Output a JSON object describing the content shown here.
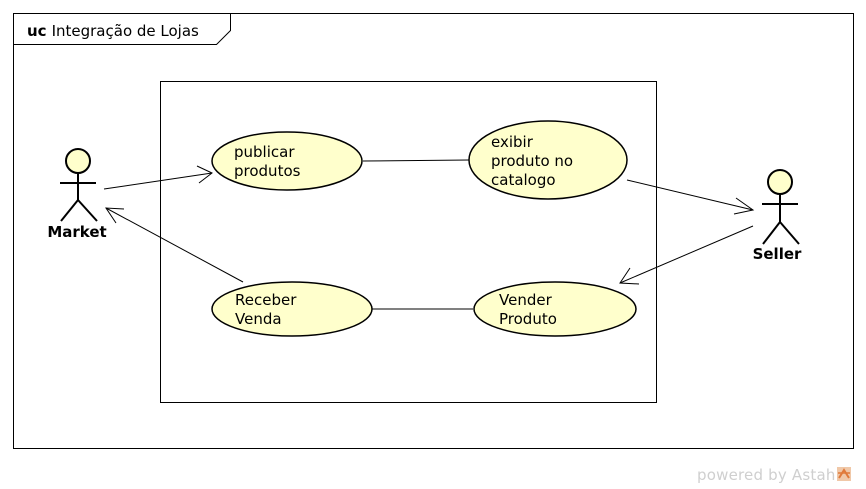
{
  "frame": {
    "keyword": "uc",
    "name": "Integração de Lojas"
  },
  "actors": [
    {
      "id": "market",
      "label": "Market"
    },
    {
      "id": "seller",
      "label": "Seller"
    }
  ],
  "use_cases": [
    {
      "id": "publicar",
      "lines": [
        "publicar",
        "produtos"
      ]
    },
    {
      "id": "exibir",
      "lines": [
        "exibir",
        "produto no",
        "catalogo"
      ]
    },
    {
      "id": "receber",
      "lines": [
        "Receber",
        "Venda"
      ]
    },
    {
      "id": "vender",
      "lines": [
        "Vender",
        "Produto"
      ]
    }
  ],
  "associations": [
    {
      "from": "market",
      "to": "publicar",
      "arrow": "to"
    },
    {
      "from": "publicar",
      "to": "exibir",
      "arrow": "none"
    },
    {
      "from": "exibir",
      "to": "seller",
      "arrow": "to"
    },
    {
      "from": "seller",
      "to": "vender",
      "arrow": "to"
    },
    {
      "from": "vender",
      "to": "receber",
      "arrow": "none"
    },
    {
      "from": "receber",
      "to": "market",
      "arrow": "to"
    }
  ],
  "watermark": {
    "prefix": "powered by ",
    "brand": "Astah"
  },
  "colors": {
    "usecase_fill": "#ffffcc",
    "actor_fill": "#ffffcc",
    "stroke": "#000000",
    "watermark": "#cfcfcf"
  }
}
